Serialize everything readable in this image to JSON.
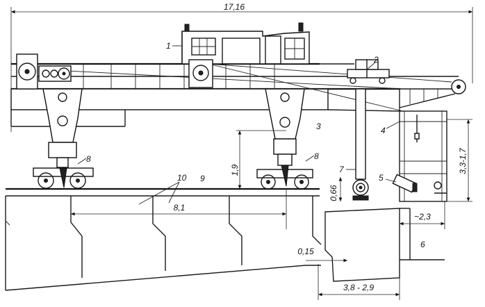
{
  "dimensions": {
    "overall_span": "17,16",
    "height_rail": "1,9",
    "span_between_legs": "8,1",
    "gap_bottom": "0,66",
    "offset_right": "~2,3",
    "wall_gap": "0,15",
    "width_range": "3,8 - 2,9",
    "height_range": "3,3-1,7"
  },
  "labels": [
    "1",
    "2",
    "3",
    "4",
    "5",
    "6",
    "7",
    "8",
    "8",
    "9",
    "10"
  ]
}
